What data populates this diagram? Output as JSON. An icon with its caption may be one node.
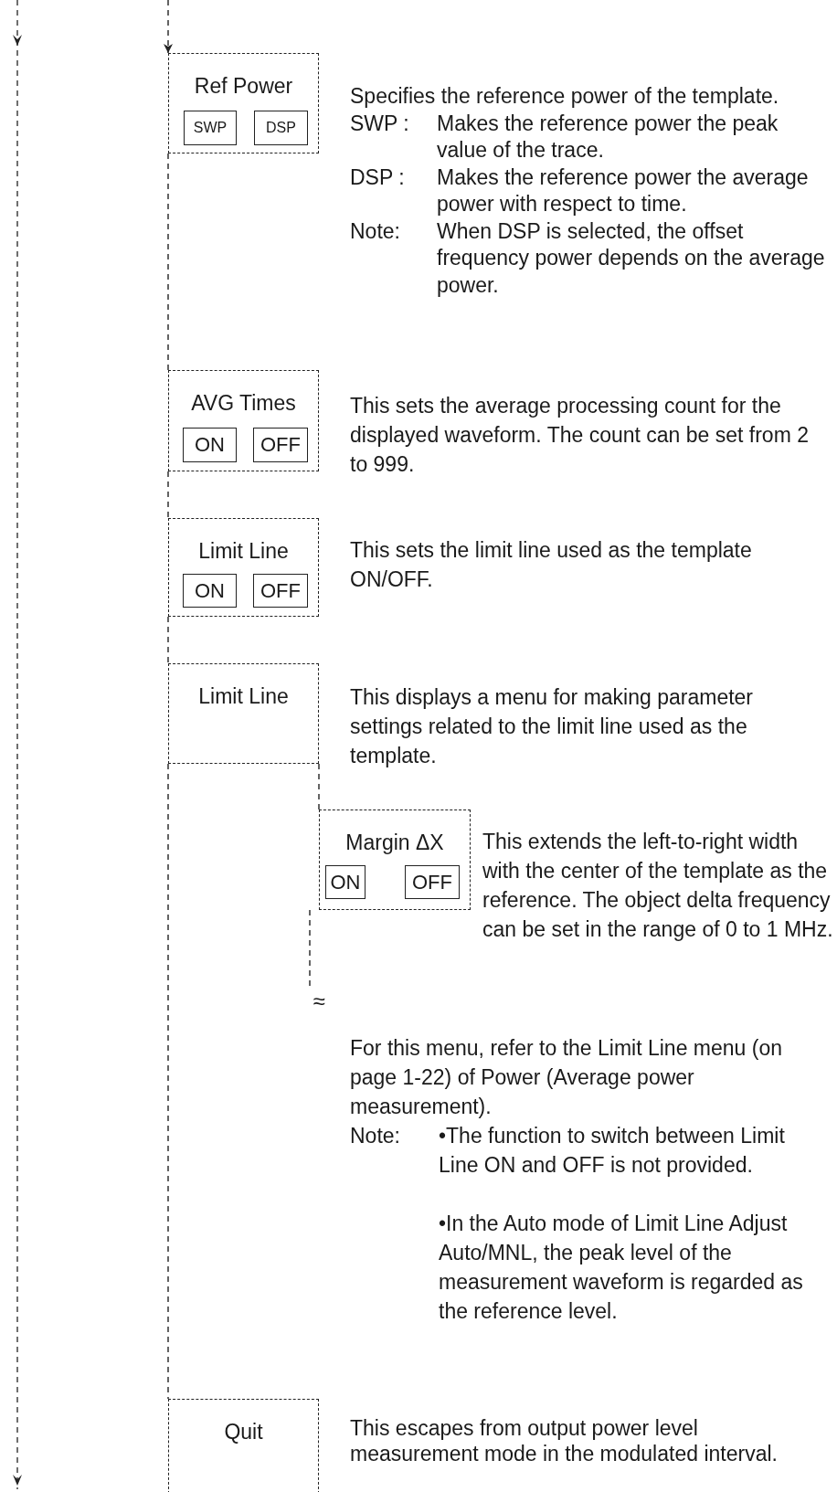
{
  "diagram": {
    "nodes": [
      {
        "text": [
          "Ref Power"
        ],
        "beside": [
          "Specifies the reference power of the template.",
          "SWP :",
          "Makes the reference power the peak value of the trace.",
          "DSP :",
          "Makes the reference power the average power with respect to time.",
          "Note:",
          "When DSP is selected, the offset frequency power depends on the average power."
        ]
      },
      {
        "text": [
          "SWP"
        ],
        "in": 0
      },
      {
        "text": [
          "DSP"
        ],
        "in": 0
      },
      {
        "text": [
          "AVG Times"
        ],
        "beside": [
          "This sets the average processing count for the displayed waveform. The count can be set from 2 to 999."
        ]
      },
      {
        "text": [
          "ON"
        ],
        "in": 3
      },
      {
        "text": [
          "OFF"
        ],
        "in": 3
      },
      {
        "text": [
          "Limit Line"
        ],
        "beside": [
          "This sets the limit line used as the template ON/OFF."
        ]
      },
      {
        "text": [
          "ON"
        ],
        "in": 6
      },
      {
        "text": [
          "OFF"
        ],
        "in": 6
      },
      {
        "text": [
          "Limit Line"
        ],
        "beside": [
          "This displays a menu for making parameter settings related to the limit line used as the template."
        ]
      },
      {
        "text": [
          "Margin ΔX"
        ],
        "beside": [
          "This extends the left-to-right width with the center of the template as the reference. The object delta frequency can be set in the range of 0 to 1 MHz."
        ]
      },
      {
        "text": [
          "ON"
        ],
        "in": 10
      },
      {
        "text": [
          "OFF"
        ],
        "in": 10
      },
      {
        "text": [
          "Quit"
        ],
        "beside": [
          "This escapes from output power level measurement mode in the modulated interval."
        ]
      },
      {
        "text": [
          "≈"
        ]
      }
    ],
    "edges": [
      {
        "from": null,
        "to": 0,
        "arrow": "to",
        "style": "dashed"
      },
      {
        "from": 0,
        "to": 3,
        "arrow": "none",
        "style": "dashed"
      },
      {
        "from": 3,
        "to": 6,
        "arrow": "none",
        "style": "dashed"
      },
      {
        "from": 6,
        "to": 9,
        "arrow": "none",
        "style": "dashed"
      },
      {
        "from": 9,
        "to": 13,
        "arrow": "none",
        "style": "dashed"
      },
      {
        "from": 9,
        "to": 10,
        "arrow": "none",
        "style": "dashed"
      },
      {
        "from": 10,
        "to": 14,
        "arrow": "none",
        "style": "dashed"
      }
    ],
    "labels": [
      "For this menu, refer to the Limit Line menu (on page 1-22) of Power (Average power measurement).",
      "Note:",
      "•The function to switch between Limit Line ON and OFF is not provided.",
      "•In the Auto mode of Limit Line Adjust Auto/MNL, the peak level of the measurement waveform is regarded as the reference level."
    ]
  }
}
